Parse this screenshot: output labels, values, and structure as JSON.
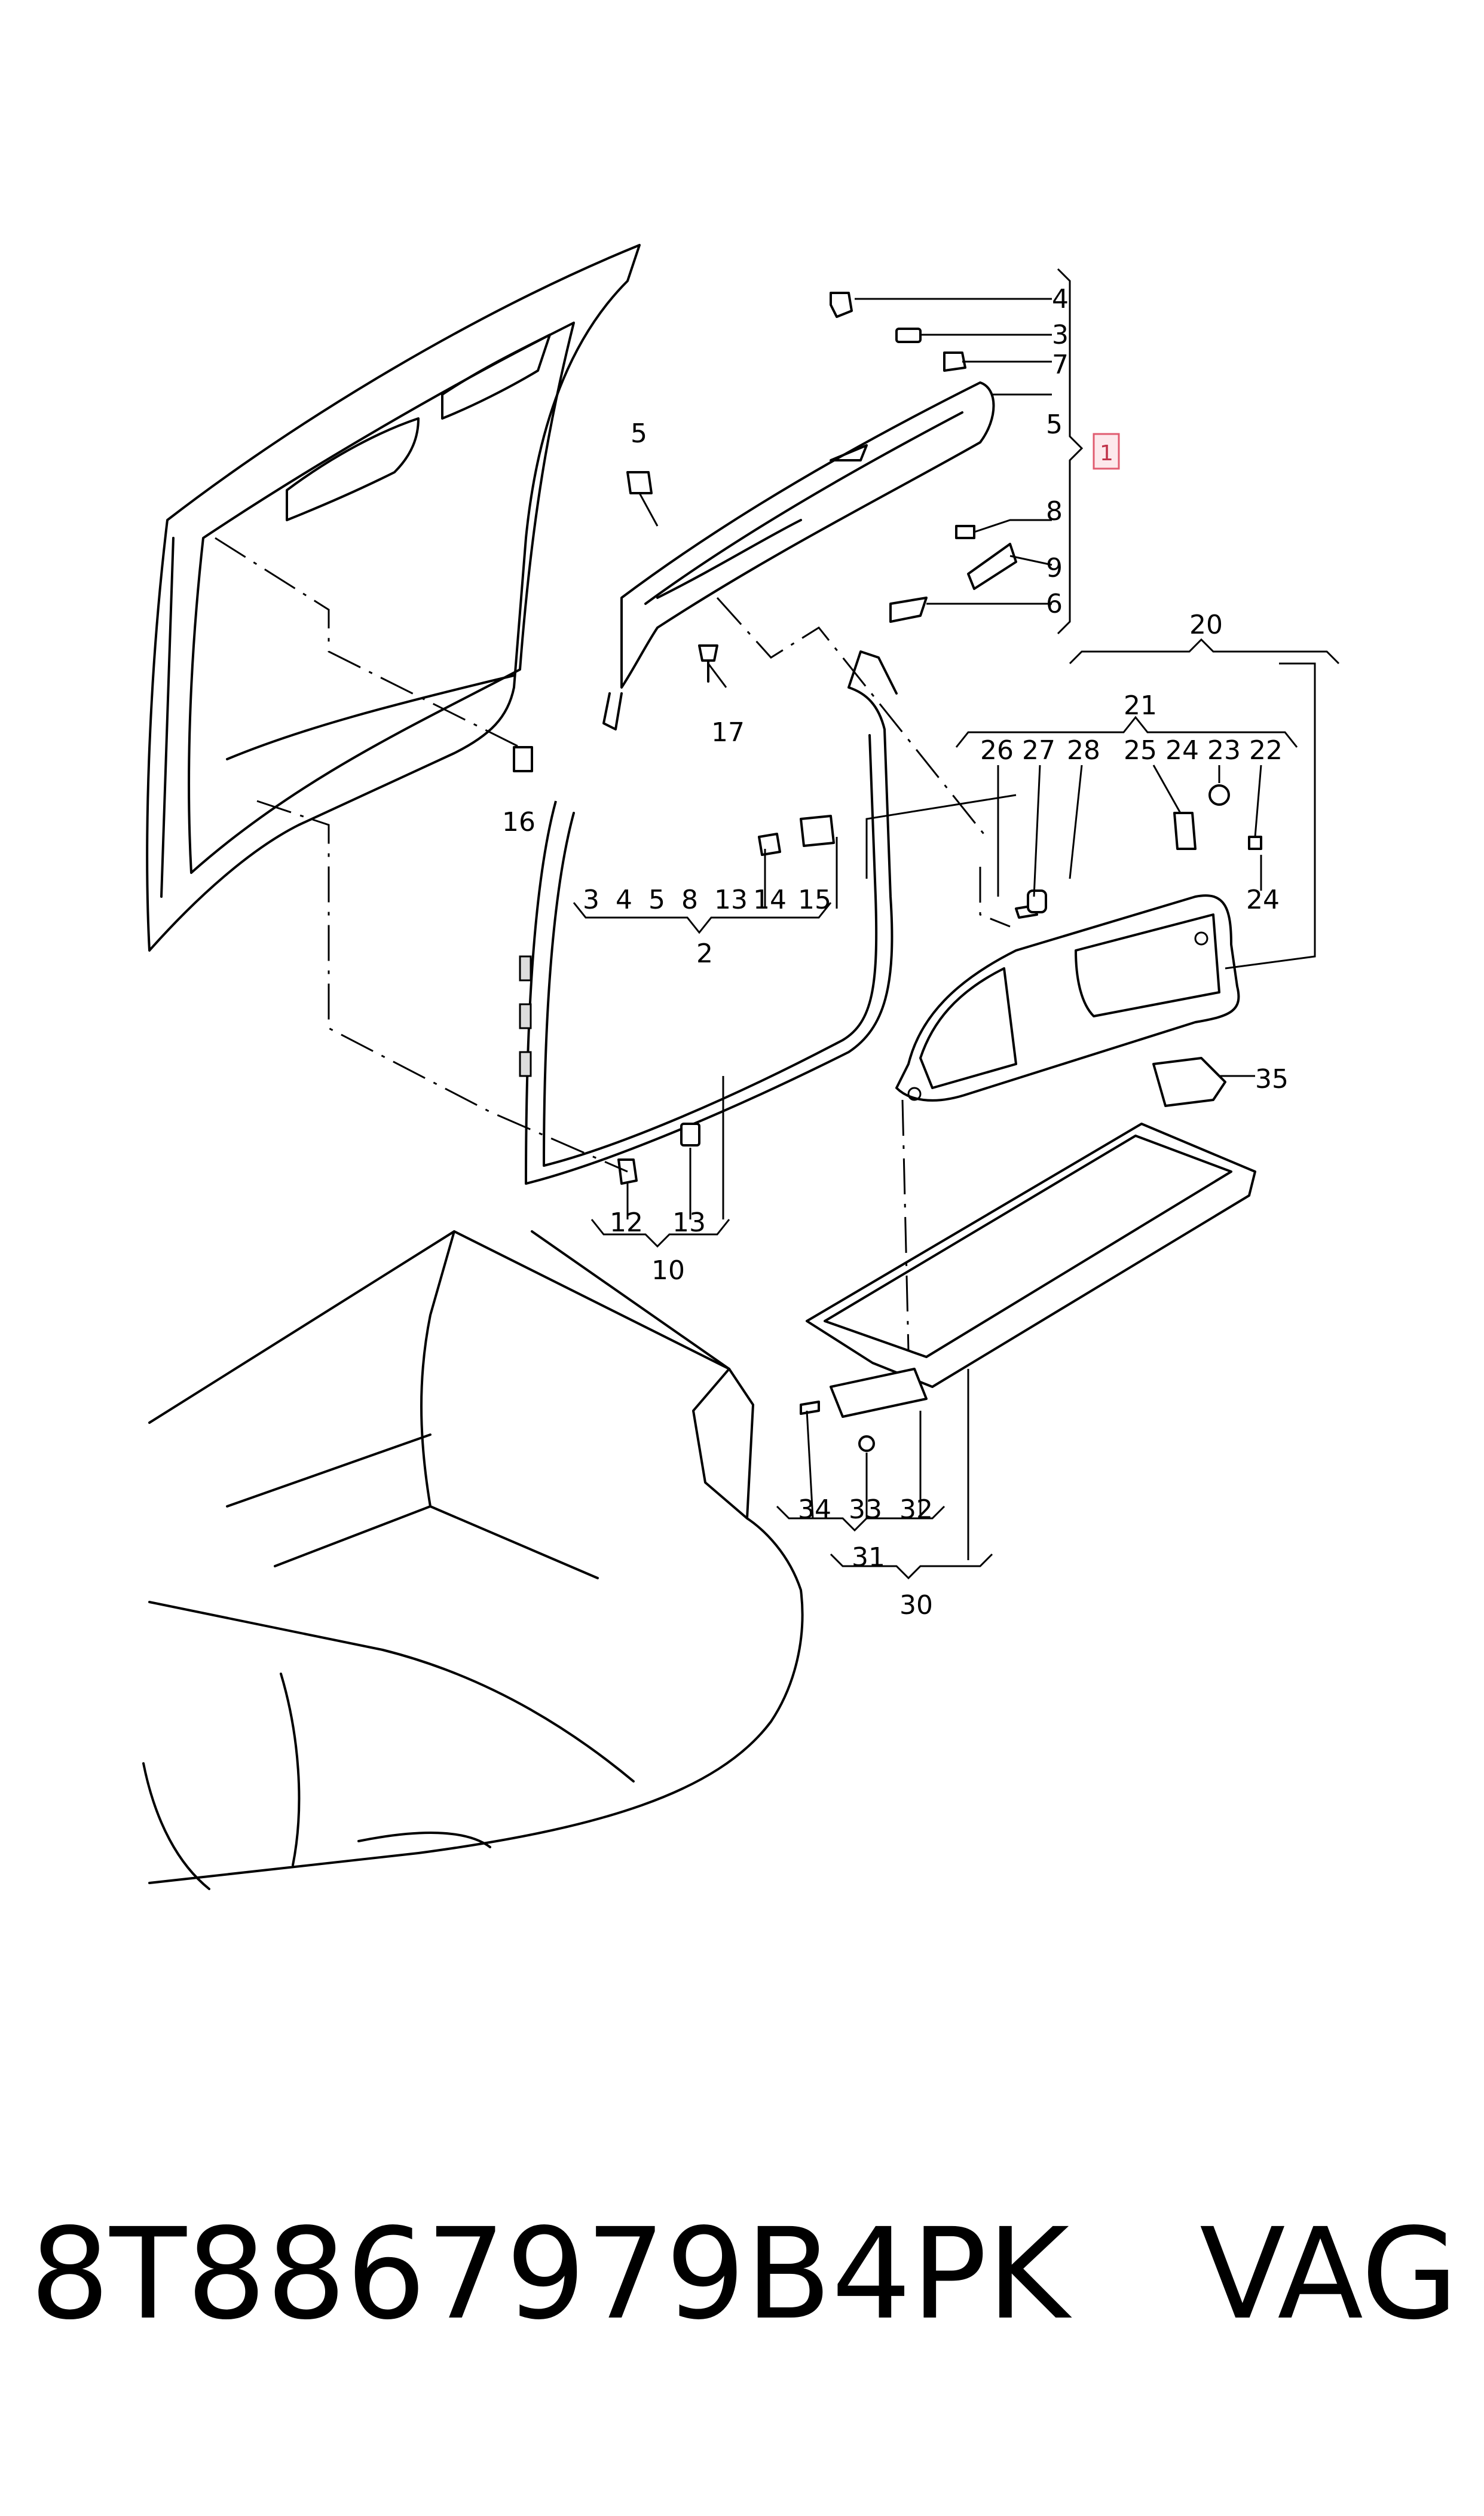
{
  "diagram": {
    "callouts": {
      "c4": "4",
      "c3": "3",
      "c7": "7",
      "c5a": "5",
      "c1": "1",
      "c8": "8",
      "c9": "9",
      "c6": "6",
      "c5b": "5",
      "c17": "17",
      "c16": "16",
      "c2": "2",
      "c2_members": [
        "3",
        "4",
        "5",
        "8",
        "13",
        "14",
        "15"
      ],
      "c12": "12",
      "c13": "13",
      "c10": "10",
      "c20": "20",
      "c21": "21",
      "c21_members": [
        "26",
        "27",
        "28",
        "25",
        "24",
        "23",
        "22"
      ],
      "c24b": "24",
      "c35": "35",
      "c31_members": [
        "34",
        "33",
        "32"
      ],
      "c31": "31",
      "c30": "30"
    },
    "highlighted_callout": "1"
  },
  "footer": {
    "part_number": "8T8867979B4PK",
    "brand": "VAG"
  }
}
